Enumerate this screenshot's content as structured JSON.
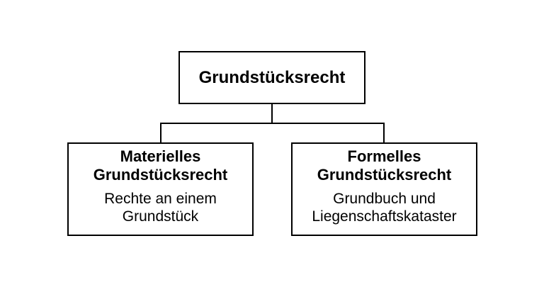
{
  "root": {
    "label": "Grundstücksrecht"
  },
  "children": [
    {
      "title_line1": "Materielles",
      "title_line2": "Grundstücksrecht",
      "desc_line1": "Rechte an einem",
      "desc_line2": "Grundstück"
    },
    {
      "title_line1": "Formelles",
      "title_line2": "Grundstücksrecht",
      "desc_line1": "Grundbuch und",
      "desc_line2": "Liegenschaftskataster"
    }
  ],
  "colors": {
    "stroke": "#000000",
    "fill": "#ffffff"
  }
}
